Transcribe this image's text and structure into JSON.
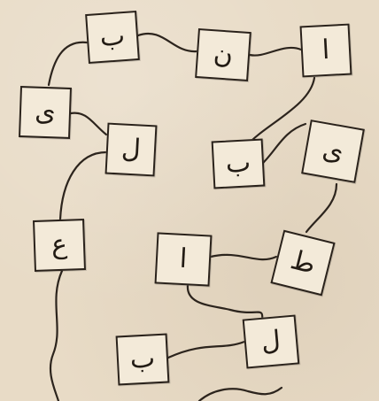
{
  "tiles": [
    {
      "label": "ب"
    },
    {
      "label": "ن"
    },
    {
      "label": "ا"
    },
    {
      "label": "ی"
    },
    {
      "label": "ل"
    },
    {
      "label": "ب"
    },
    {
      "label": "ی"
    },
    {
      "label": "ع"
    },
    {
      "label": "ا"
    },
    {
      "label": "ط"
    },
    {
      "label": "ل"
    },
    {
      "label": "ب"
    }
  ]
}
